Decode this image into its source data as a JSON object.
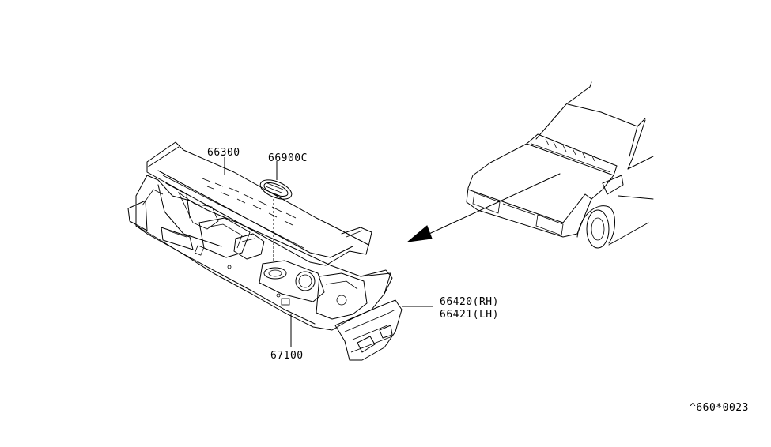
{
  "parts": [
    {
      "id": "66300",
      "label": "66300"
    },
    {
      "id": "66900C",
      "label": "66900C"
    },
    {
      "id": "66420",
      "label": "66420(RH)"
    },
    {
      "id": "66421",
      "label": "66421(LH)"
    },
    {
      "id": "67100",
      "label": "67100"
    }
  ],
  "diagram_code": "^660*0023"
}
